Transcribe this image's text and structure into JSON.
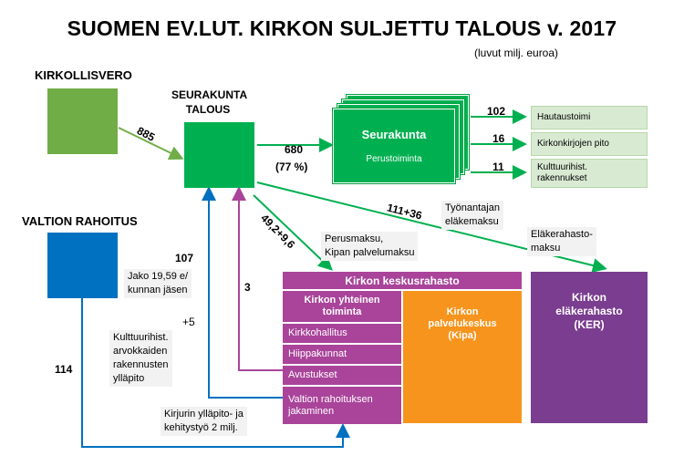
{
  "title": "SUOMEN EV.LUT. KIRKON SULJETTU TALOUS v. 2017",
  "subtitle": "(luvut milj. euroa)",
  "kirkollisvero": "KIRKOLLISVERO",
  "valtion_rahoitus": "VALTION RAHOITUS",
  "seurakunta_talous": "SEURAKUNTA\nTALOUS",
  "seurakunta_title": "Seurakunta",
  "seurakunta_sub": "Perustoiminta",
  "flows": {
    "v885": "885",
    "v680": "680",
    "v680_pct": "(77 %)",
    "v102": "102",
    "v16": "16",
    "v11": "11",
    "v49": "49,2+9,6",
    "v111": "111+36",
    "v107": "107",
    "v3": "3",
    "v5": "+5",
    "v114": "114"
  },
  "services": [
    "Hautaustoimi",
    "Kirkonkirjojen pito",
    "Kulttuurihist.\nrakennukset"
  ],
  "notes": {
    "tyonantaja": "Työnantajan\neläkemaksu",
    "perusmaksu": "Perusmaksu,\nKipan palvelumaksu",
    "elakerahasto": "Eläkerahasto-\nmaksu",
    "jako": "Jako 19,59 e/\nkunnan jäsen",
    "kulttuuri": "Kulttuurihist.\narvokkaiden\nrakennusten\nylläpito",
    "kirjuri": "Kirjurin ylläpito- ja\nkehitystyö 2 milj."
  },
  "keskusrahasto": {
    "title": "Kirkon keskusrahasto",
    "yhteinen": "Kirkon yhteinen\ntoiminta",
    "rows": [
      "Kirkkohallitus",
      "Hiippakunnat",
      "Avustukset",
      "Valtion rahoituksen\njakaminen"
    ],
    "kipa": "Kirkon\npalvelukeskus\n(Kipa)"
  },
  "elakerahasto_box": "Kirkon\neläkerahasto\n(KER)",
  "colors": {
    "green_light": "#70ad47",
    "green": "#00b050",
    "blue": "#0070c0",
    "purple": "#a9449a",
    "purple_dark": "#7a3d8f",
    "orange": "#f7941d"
  }
}
